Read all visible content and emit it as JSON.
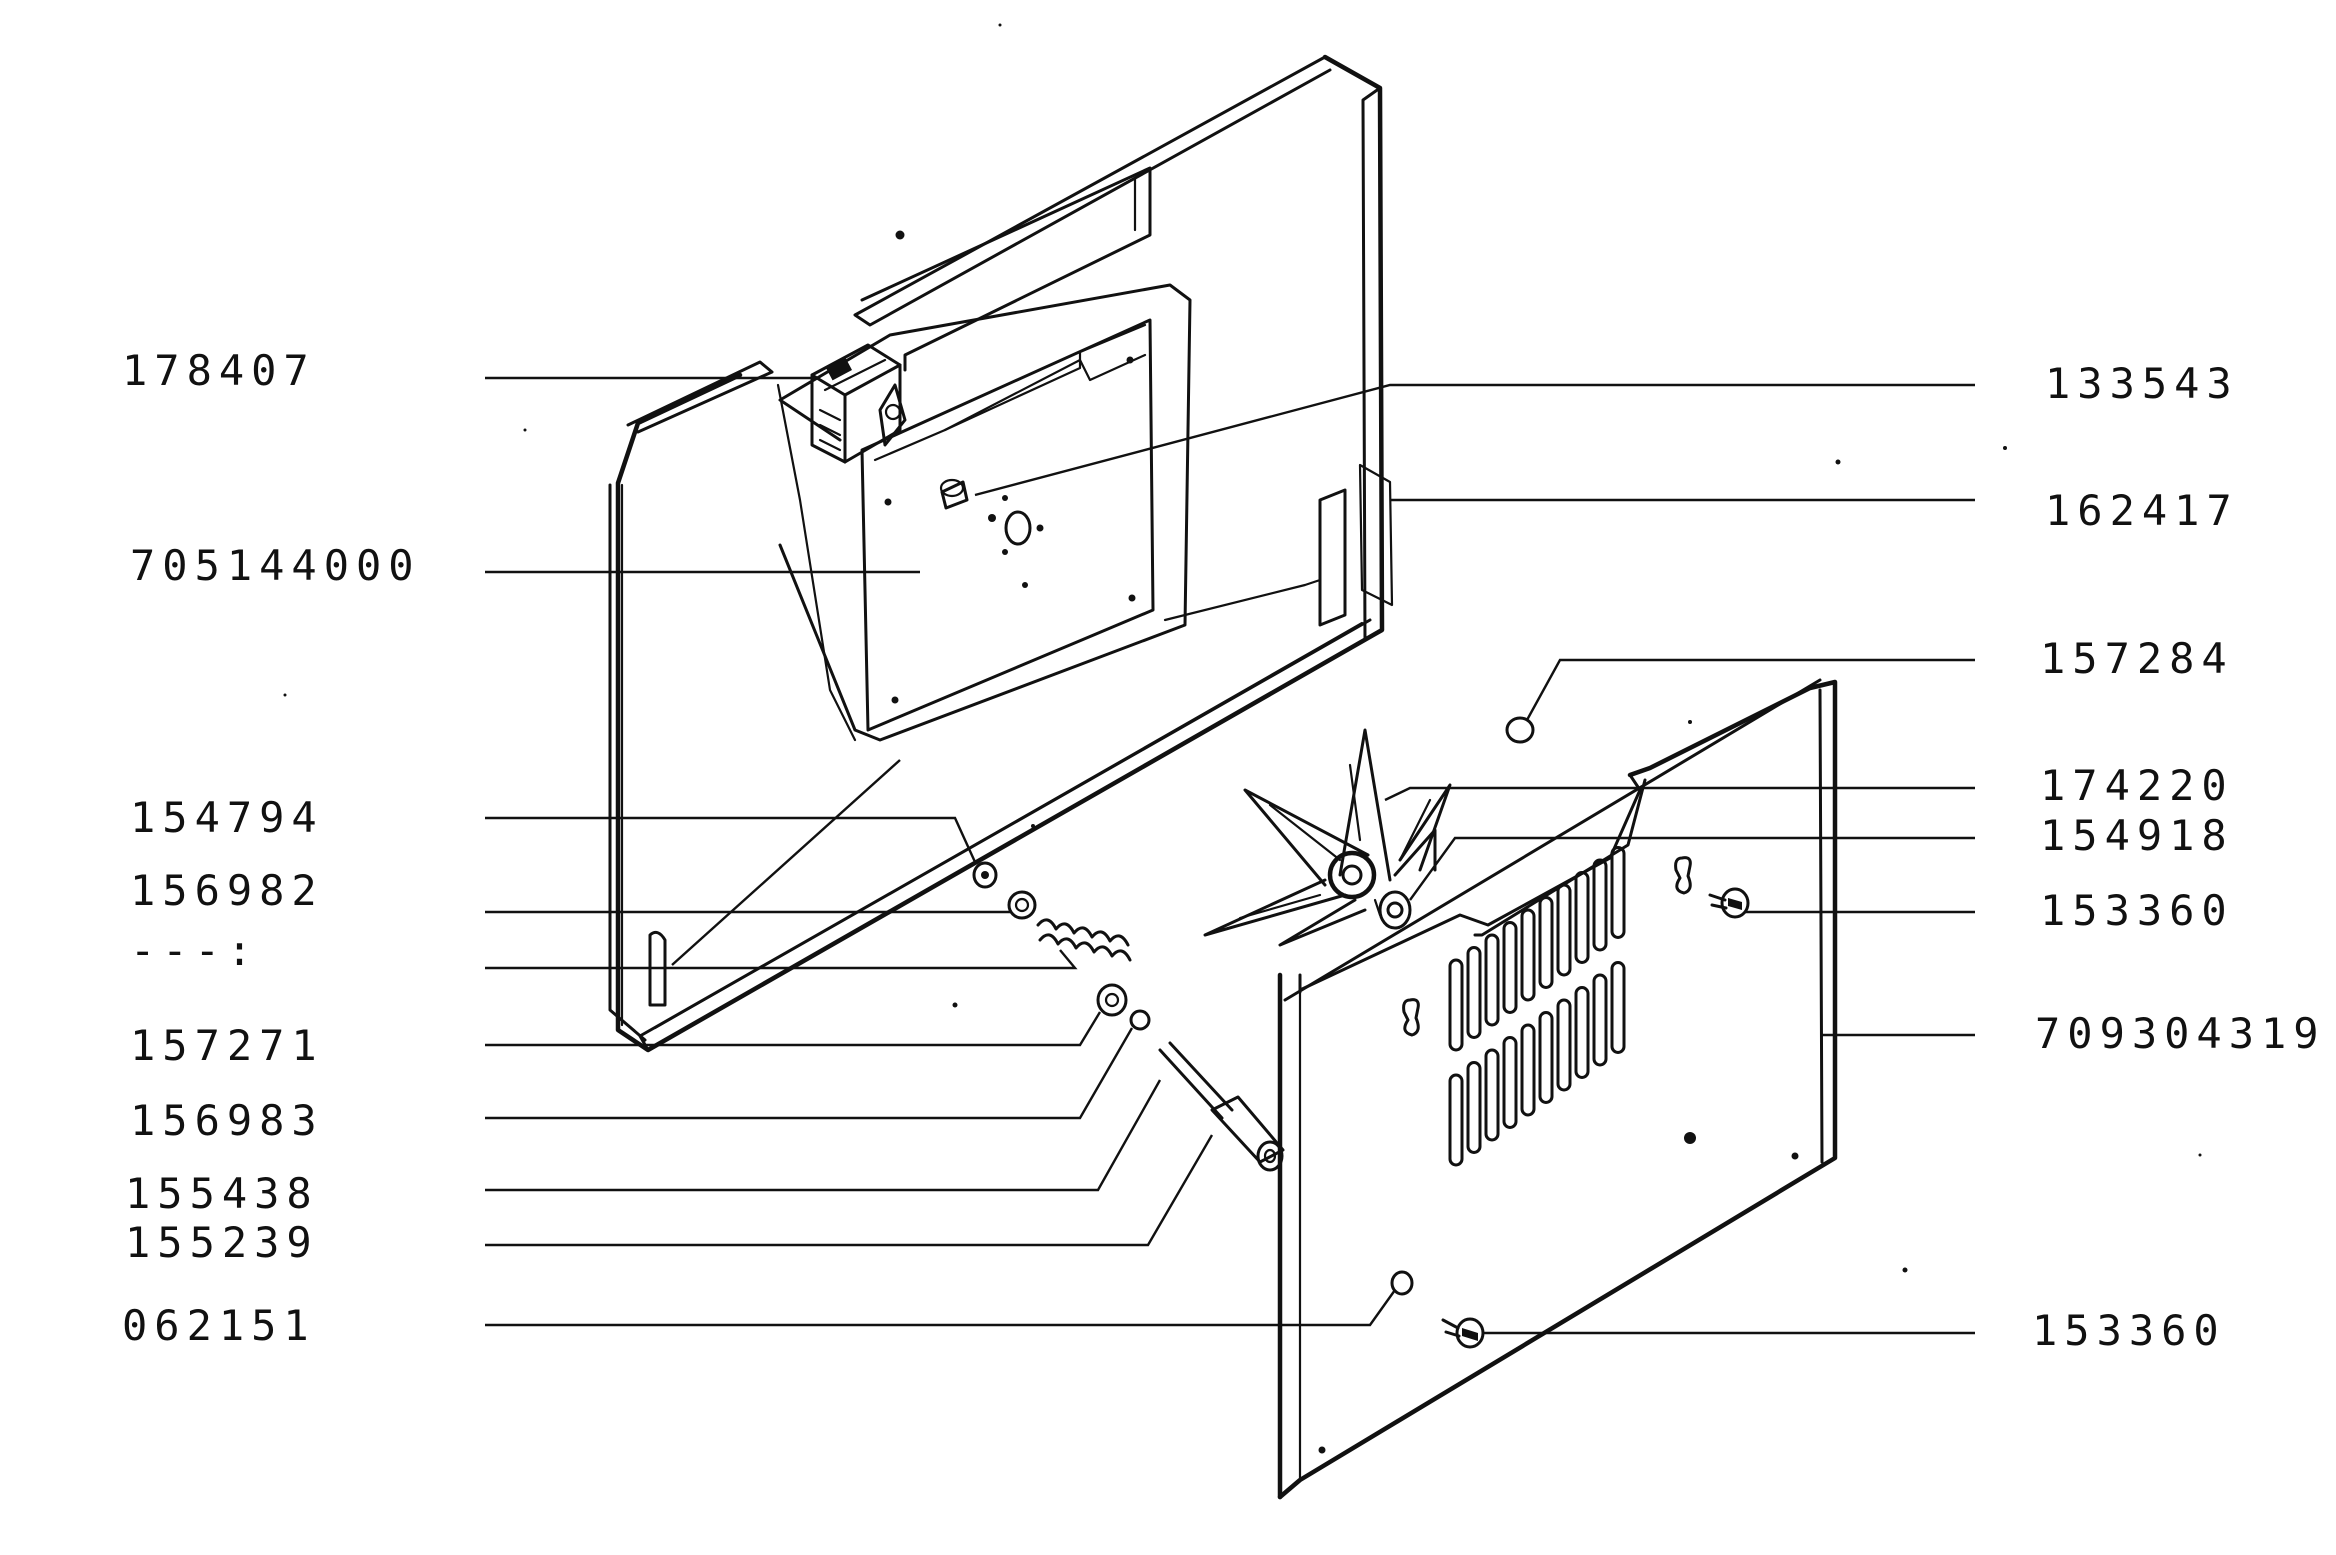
{
  "diagram": {
    "left_labels": [
      {
        "id": "178407",
        "text": "178407"
      },
      {
        "id": "705144000",
        "text": "705144000"
      },
      {
        "id": "154794",
        "text": "154794"
      },
      {
        "id": "156982",
        "text": "156982"
      },
      {
        "id": "dashes",
        "text": "---:"
      },
      {
        "id": "157271",
        "text": "157271"
      },
      {
        "id": "156983",
        "text": "156983"
      },
      {
        "id": "155438",
        "text": "155438"
      },
      {
        "id": "155239",
        "text": "155239"
      },
      {
        "id": "062151",
        "text": "062151"
      }
    ],
    "right_labels": [
      {
        "id": "133543",
        "text": "133543"
      },
      {
        "id": "162417",
        "text": "162417"
      },
      {
        "id": "157284",
        "text": "157284"
      },
      {
        "id": "174220",
        "text": "174220"
      },
      {
        "id": "154918",
        "text": "154918"
      },
      {
        "id": "153360_a",
        "text": "153360"
      },
      {
        "id": "709304319",
        "text": "709304319"
      },
      {
        "id": "153360_b",
        "text": "153360"
      }
    ]
  }
}
